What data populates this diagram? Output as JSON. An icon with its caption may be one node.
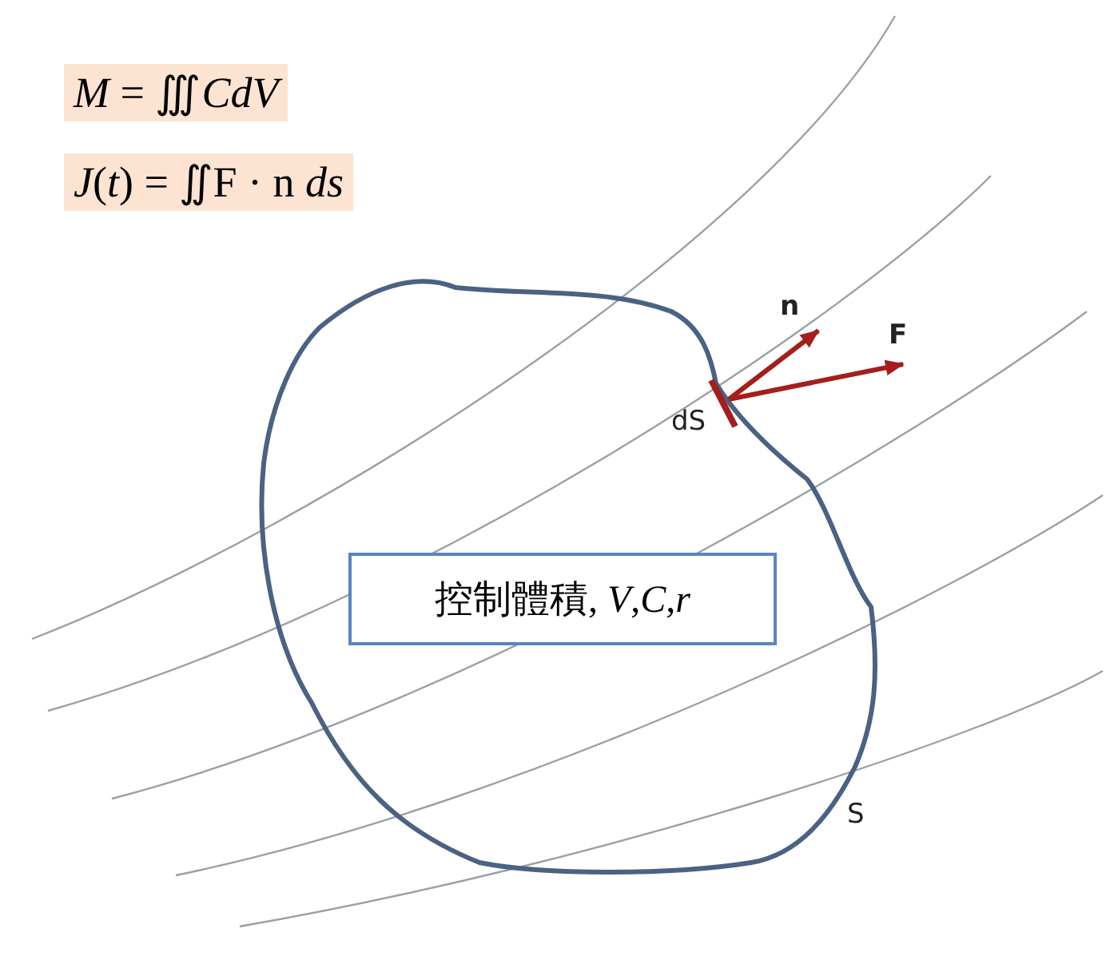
{
  "diagram": {
    "nodes": [
      {
        "text": [
          "控制體積, *V*,*C*,*r*"
        ]
      }
    ],
    "labels": [
      "*M* = ∭*CdV*",
      "*J*(*t*) = ∬F · n *ds*",
      "n",
      "F",
      "dS",
      "S"
    ]
  }
}
